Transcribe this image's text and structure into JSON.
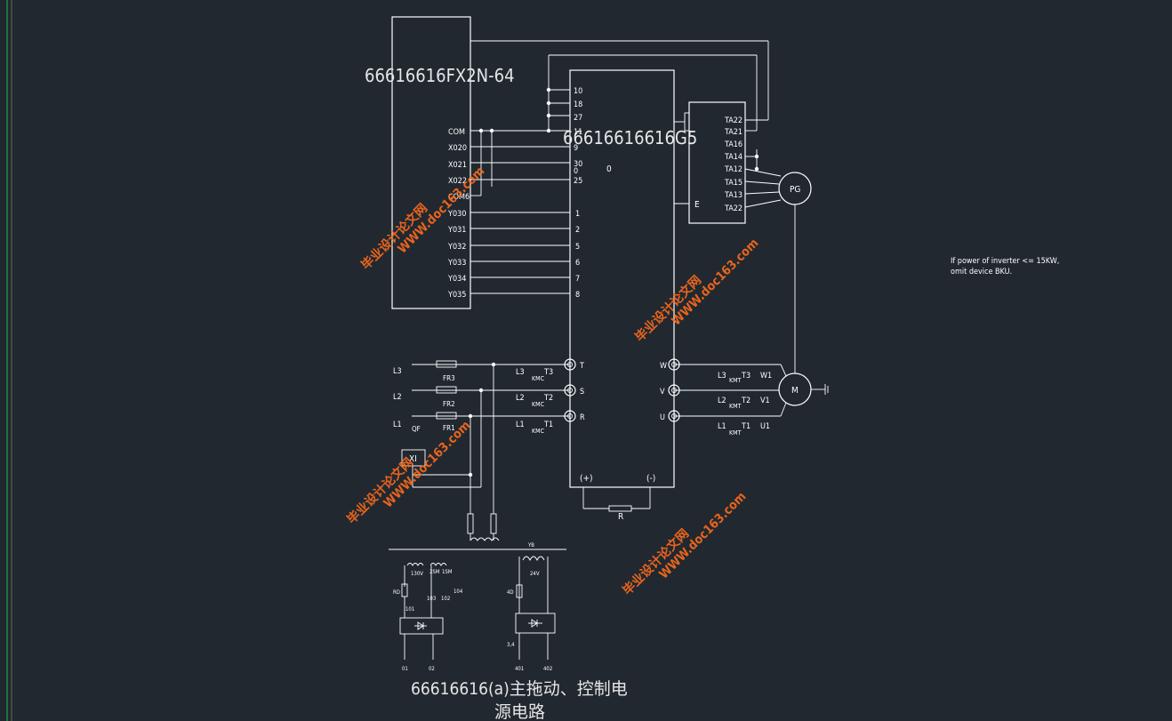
{
  "plc": {
    "title": "66616616FX2N-64",
    "pins": [
      "COM",
      "X020",
      "X021",
      "X022",
      "COM6",
      "Y030",
      "Y031",
      "Y032",
      "Y033",
      "Y034",
      "Y035"
    ]
  },
  "inverter": {
    "title": "66616616616G5",
    "top_pins": [
      "10",
      "18",
      "27",
      "11",
      "9",
      "30",
      "0",
      "25"
    ],
    "mid_pins": [
      "1",
      "2",
      "5",
      "6",
      "7",
      "8"
    ],
    "center_mark": "0",
    "input_terms": [
      "T",
      "S",
      "R"
    ],
    "output_terms": [
      "W",
      "V",
      "U"
    ],
    "dc_terms": [
      "(+)",
      "(-)"
    ],
    "brake_label": "R"
  },
  "encoder_board": {
    "pins": [
      "TA22",
      "TA21",
      "TA16",
      "TA14",
      "TA12",
      "TA15",
      "TA13",
      "TA22"
    ],
    "e_label": "E"
  },
  "pg_label": "PG",
  "motor_label": "M",
  "supply": {
    "lines": [
      "L3",
      "L2",
      "L1"
    ],
    "fuses": [
      "FR3",
      "FR2",
      "FR1"
    ],
    "qf": "QF"
  },
  "contactor_in": {
    "left": [
      "L3",
      "L2",
      "L1"
    ],
    "right": [
      "T3",
      "T2",
      "T1"
    ],
    "km": [
      "KMC",
      "KMC",
      "KMC"
    ]
  },
  "contactor_out": {
    "left": [
      "L3",
      "L2",
      "L1"
    ],
    "mid": [
      "T3",
      "T2",
      "T1"
    ],
    "km": [
      "KMT",
      "KMT",
      "KMT"
    ],
    "right": [
      "W1",
      "V1",
      "U1"
    ]
  },
  "transformer_box": "XI",
  "control": {
    "left_labels": [
      "130V",
      "2SM",
      "1SM",
      "RD",
      "101",
      "103",
      "102",
      "104",
      "01",
      "02"
    ],
    "right_labels": [
      "YB",
      "24V",
      "4D",
      "3,4",
      "401",
      "402"
    ]
  },
  "note": [
    "If power of inverter <= 15KW,",
    "omit device BKU."
  ],
  "caption": [
    "66616616(a)主拖动、控制电",
    "源电路"
  ],
  "watermark": {
    "line1": "毕业设计论文网",
    "line2": "WWW.doc163.com"
  },
  "colors": {
    "background": "#212830",
    "lines": "#ffffff",
    "watermark": "#ff6b1a"
  }
}
